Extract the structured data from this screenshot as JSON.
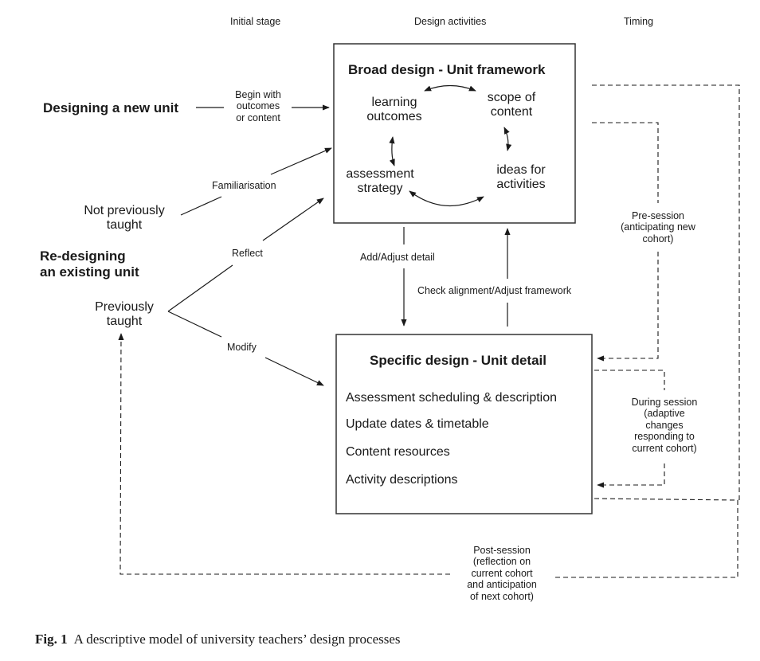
{
  "column_headers": {
    "initial_stage": "Initial stage",
    "design_activities": "Design activities",
    "timing": "Timing"
  },
  "left": {
    "new_unit": "Designing a new unit",
    "begin_with": [
      "Begin with",
      "outcomes",
      "or content"
    ],
    "familiarisation": "Familiarisation",
    "not_previously_taught": [
      "Not previously",
      "taught"
    ],
    "redesigning": [
      "Re-designing",
      "an existing unit"
    ],
    "reflect": "Reflect",
    "previously_taught": [
      "Previously",
      "taught"
    ],
    "modify": "Modify"
  },
  "broad_box": {
    "title": "Broad design - Unit framework",
    "learning_outcomes": [
      "learning",
      "outcomes"
    ],
    "scope_of_content": [
      "scope of",
      "content"
    ],
    "assessment_strategy": [
      "assessment",
      "strategy"
    ],
    "ideas_for_activities": [
      "ideas for",
      "activities"
    ]
  },
  "between_boxes": {
    "add_adjust": "Add/Adjust detail",
    "check_alignment": "Check alignment/Adjust framework"
  },
  "specific_box": {
    "title": "Specific design - Unit detail",
    "items": [
      "Assessment scheduling & description",
      "Update dates & timetable",
      "Content resources",
      "Activity descriptions"
    ]
  },
  "timing": {
    "pre_session": [
      "Pre-session",
      "(anticipating new",
      "cohort)"
    ],
    "during_session": [
      "During session",
      "(adaptive",
      "changes",
      "responding to",
      "current cohort)"
    ],
    "post_session": [
      "Post-session",
      "(reflection on",
      "current cohort",
      "and anticipation",
      "of next cohort)"
    ]
  },
  "caption": {
    "label": "Fig. 1",
    "text": "A descriptive model of university teachers’ design processes"
  }
}
